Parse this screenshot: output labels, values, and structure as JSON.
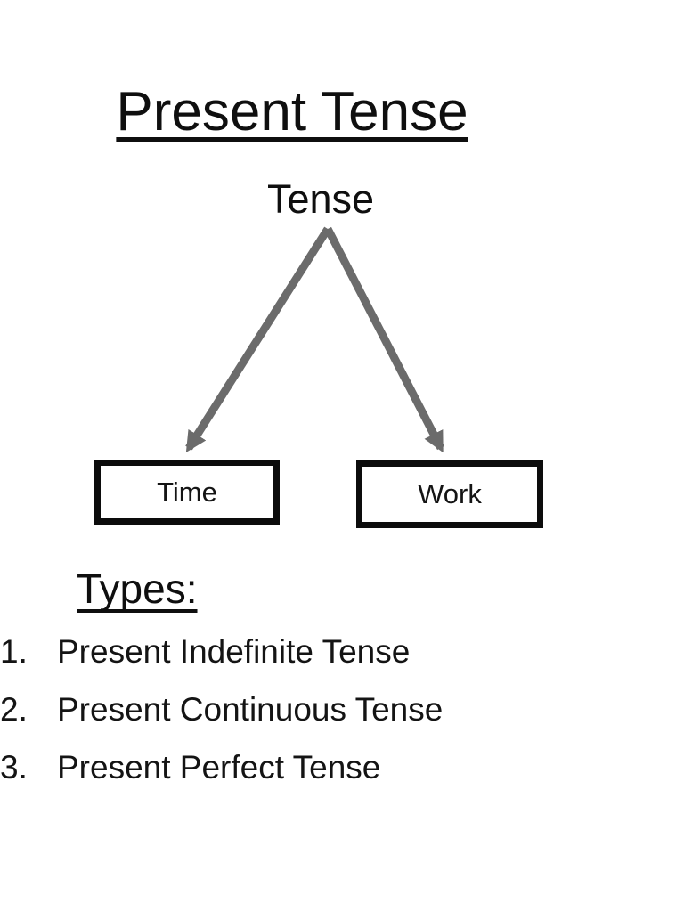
{
  "page": {
    "title": "Present Tense",
    "background_color": "#ffffff"
  },
  "diagram": {
    "root_label": "Tense",
    "arrow_color": "#6b6b6b",
    "node_border_color": "#0c0c0c",
    "nodes": [
      {
        "label": "Time"
      },
      {
        "label": "Work"
      }
    ]
  },
  "types": {
    "heading": "Types:",
    "items": [
      {
        "number": "1.",
        "label": "Present Indefinite Tense"
      },
      {
        "number": "2.",
        "label": "Present Continuous Tense"
      },
      {
        "number": "3.",
        "label": "Present Perfect Tense"
      }
    ]
  }
}
